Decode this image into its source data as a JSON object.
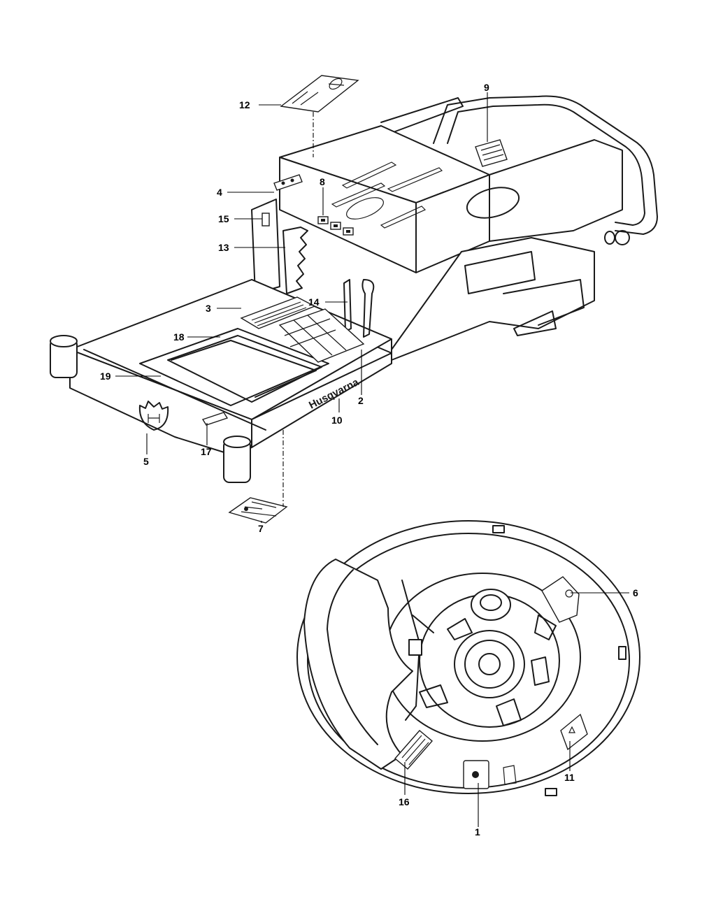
{
  "brand": {
    "wordmark": "Husqvarna"
  },
  "callouts": [
    {
      "id": "1",
      "label": "1"
    },
    {
      "id": "2",
      "label": "2"
    },
    {
      "id": "3",
      "label": "3"
    },
    {
      "id": "4",
      "label": "4"
    },
    {
      "id": "5",
      "label": "5"
    },
    {
      "id": "6",
      "label": "6"
    },
    {
      "id": "7",
      "label": "7"
    },
    {
      "id": "8",
      "label": "8"
    },
    {
      "id": "9",
      "label": "9"
    },
    {
      "id": "10",
      "label": "10"
    },
    {
      "id": "11",
      "label": "11"
    },
    {
      "id": "12",
      "label": "12"
    },
    {
      "id": "13",
      "label": "13"
    },
    {
      "id": "14",
      "label": "14"
    },
    {
      "id": "15",
      "label": "15"
    },
    {
      "id": "16",
      "label": "16"
    },
    {
      "id": "17",
      "label": "17"
    },
    {
      "id": "18",
      "label": "18"
    },
    {
      "id": "19",
      "label": "19"
    }
  ]
}
